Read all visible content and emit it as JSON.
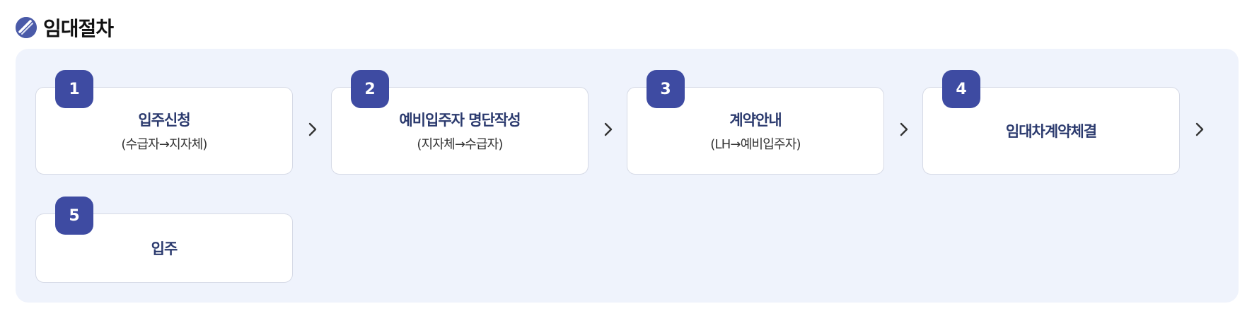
{
  "section": {
    "title": "임대절차",
    "icon": "refresh-icon",
    "accent_color": "#3e4ba2",
    "panel_color": "#eff3fc"
  },
  "steps": [
    {
      "number": "1",
      "title": "입주신청",
      "subtitle": "(수급자→지자체)"
    },
    {
      "number": "2",
      "title": "예비입주자 명단작성",
      "subtitle": "(지자체→수급자)"
    },
    {
      "number": "3",
      "title": "계약안내",
      "subtitle": "(LH→예비입주자)"
    },
    {
      "number": "4",
      "title": "임대차계약체결",
      "subtitle": ""
    },
    {
      "number": "5",
      "title": "입주",
      "subtitle": ""
    }
  ],
  "connector_icon": "chevron-right-icon"
}
